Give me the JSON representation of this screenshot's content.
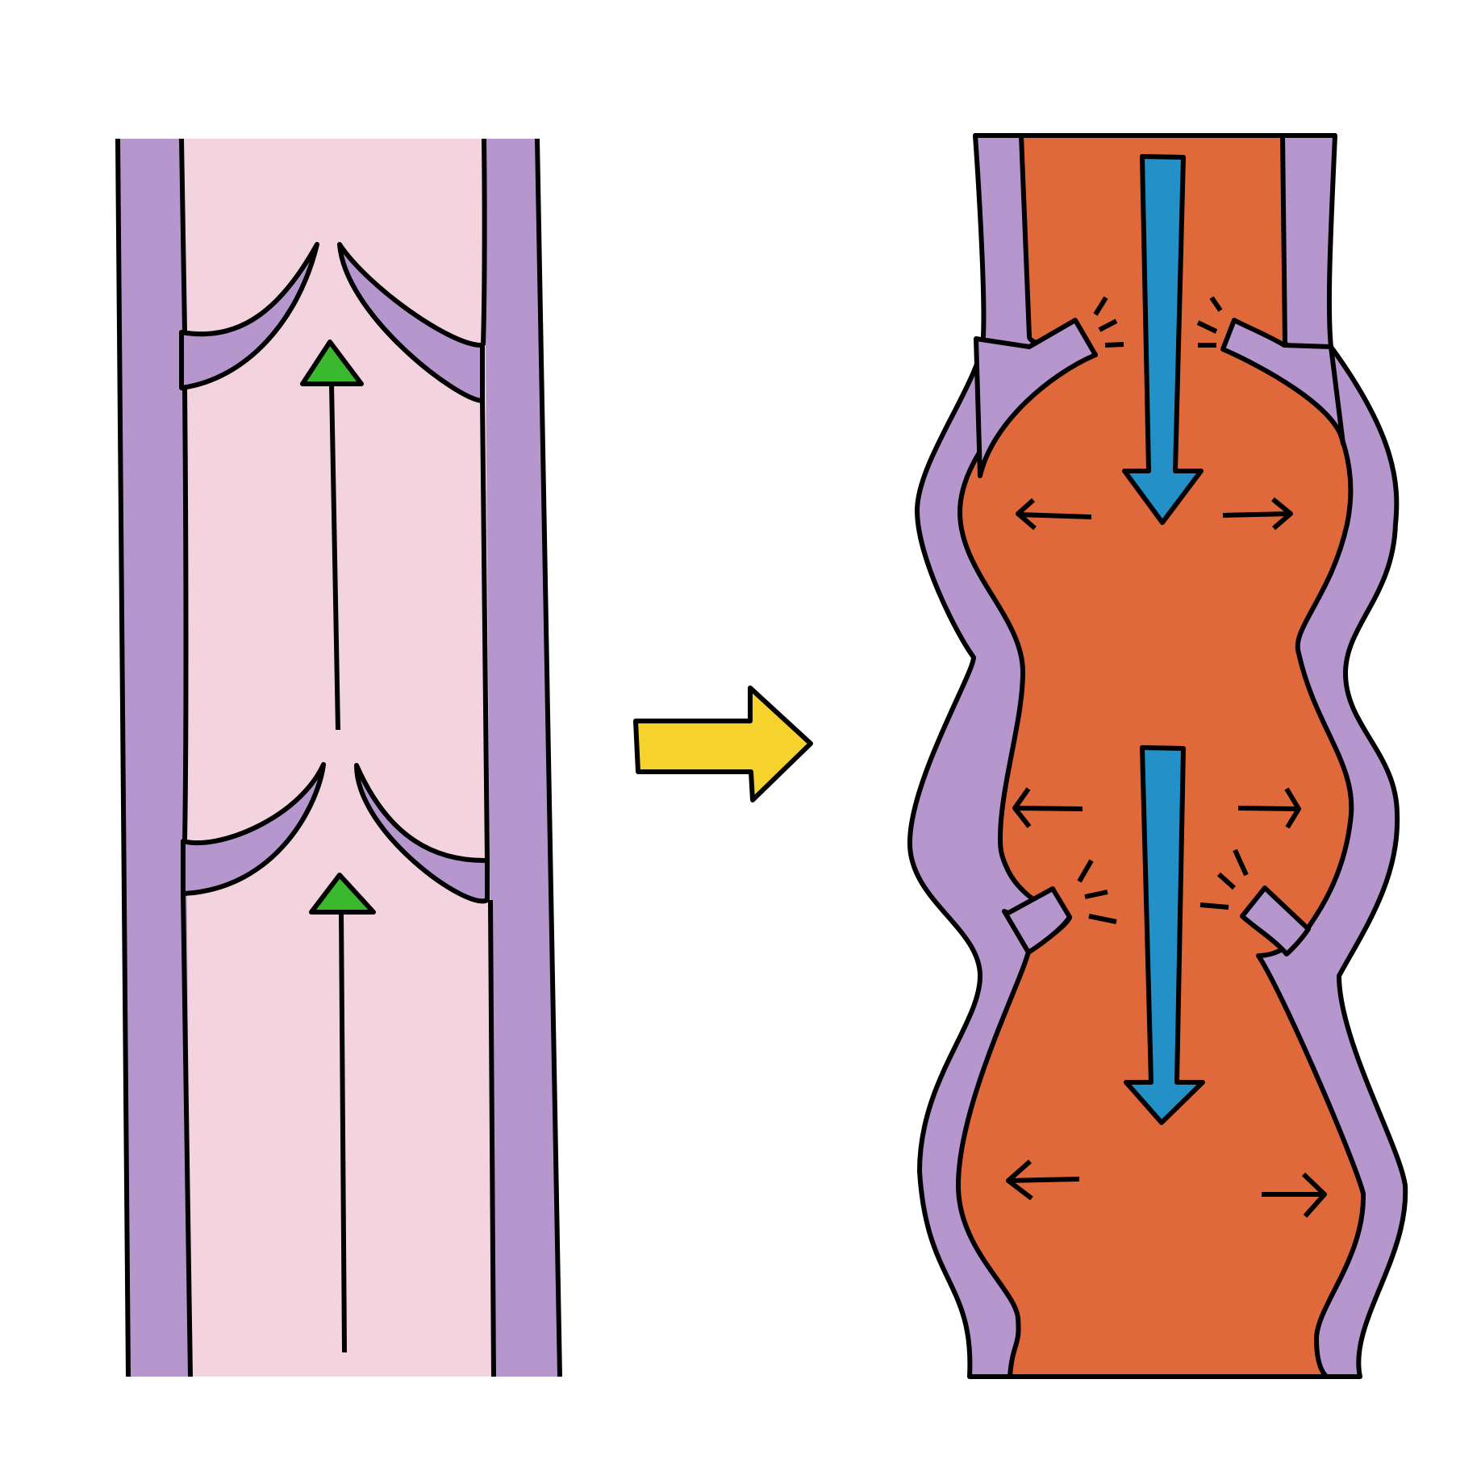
{
  "colors": {
    "background": "#ffffff",
    "vein_wall": "#b597cd",
    "healthy_lumen": "#f3d3de",
    "varicose_lumen": "#e0693c",
    "upward_flow_arrowhead": "#3bb92e",
    "backflow_arrow": "#2390c7",
    "transition_arrow": "#f5d22c",
    "outline": "#000000"
  },
  "panels": {
    "healthy_vein": {
      "valves": 2,
      "valve_state": "closed-competent",
      "flow_direction": "up",
      "flow_arrows": 2
    },
    "varicose_vein": {
      "valves": 2,
      "valve_state": "incompetent-leaking",
      "flow_direction": "down",
      "backflow_arrows": 2,
      "wall_pressure_arrows": 6
    }
  },
  "transition_arrow": {
    "direction": "right",
    "icon": "right-block-arrow-icon"
  }
}
